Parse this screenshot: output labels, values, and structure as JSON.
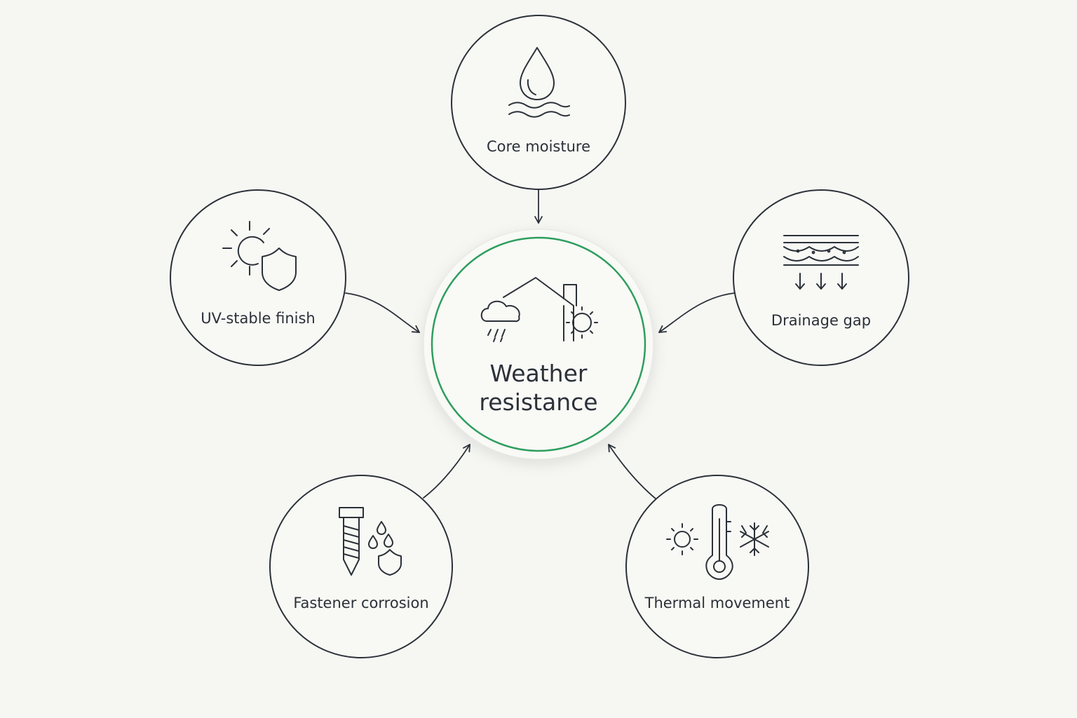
{
  "center": {
    "line1": "Weather",
    "line2": "resistance",
    "accent_color": "#2e9e5e",
    "icon": "house-weather-icon"
  },
  "factors": [
    {
      "label": "Core moisture",
      "icon": "water-drop-icon"
    },
    {
      "label": "UV-stable finish",
      "icon": "sun-shield-icon"
    },
    {
      "label": "Drainage gap",
      "icon": "drainage-layers-icon"
    },
    {
      "label": "Fastener corrosion",
      "icon": "screw-drops-shield-icon"
    },
    {
      "label": "Thermal movement",
      "icon": "sun-thermometer-snowflake-icon"
    }
  ]
}
